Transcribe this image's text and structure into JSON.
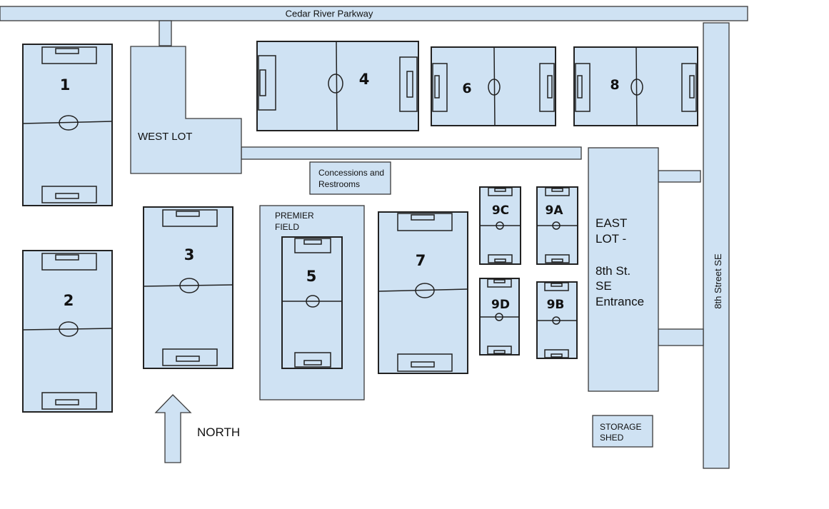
{
  "roads": {
    "cedar_river_parkway": "Cedar River Parkway",
    "eighth_street": "8th Street SE"
  },
  "lots": {
    "west": "WEST LOT",
    "east": [
      "EAST",
      "LOT -",
      "",
      "8th St.",
      "SE",
      "Entrance"
    ]
  },
  "buildings": {
    "concessions": [
      "Concessions and",
      "Restrooms"
    ],
    "storage": [
      "STORAGE",
      "SHED"
    ]
  },
  "premier_field": [
    "PREMIER",
    "FIELD"
  ],
  "fields": {
    "f1": "1",
    "f2": "2",
    "f3": "3",
    "f4": "4",
    "f5": "5",
    "f6": "6",
    "f7": "7",
    "f8": "8",
    "f9a": "9A",
    "f9b": "9B",
    "f9c": "9C",
    "f9d": "9D"
  },
  "compass": {
    "label": "NORTH"
  },
  "colors": {
    "fill": "#cfe2f3",
    "stroke": "#222222"
  }
}
